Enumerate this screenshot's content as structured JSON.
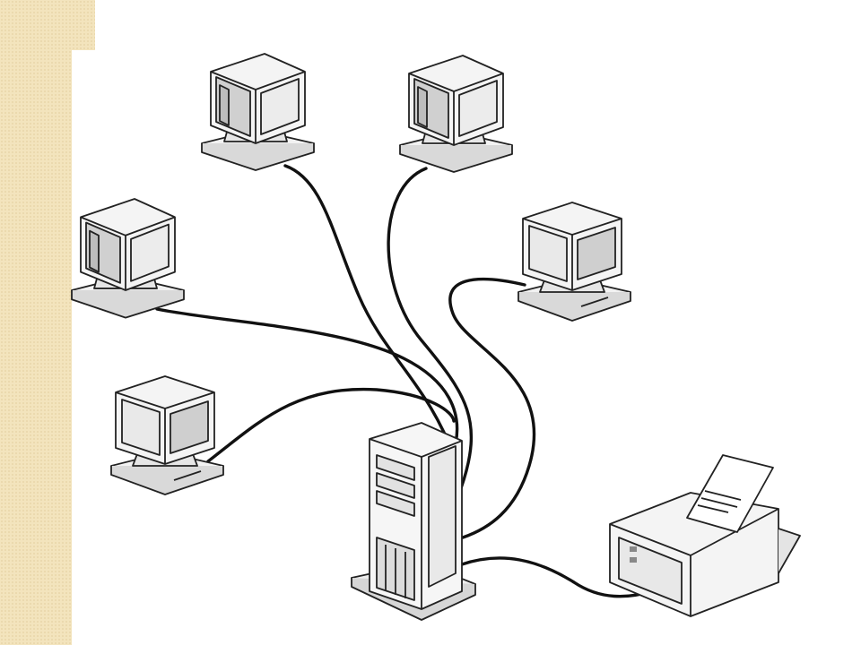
{
  "diagram": {
    "type": "star-network",
    "background": "#ffffff",
    "accent_strip": "#f3e4bd",
    "hub": {
      "icon": "server-tower-icon"
    },
    "nodes": [
      {
        "id": "pc-top-left",
        "icon": "computer-monitor-icon",
        "facing": "back"
      },
      {
        "id": "pc-top-right",
        "icon": "computer-monitor-icon",
        "facing": "back"
      },
      {
        "id": "pc-left",
        "icon": "computer-monitor-icon",
        "facing": "back"
      },
      {
        "id": "pc-right",
        "icon": "computer-monitor-icon",
        "facing": "front"
      },
      {
        "id": "pc-bottom-left",
        "icon": "computer-monitor-icon",
        "facing": "front"
      },
      {
        "id": "printer",
        "icon": "printer-icon"
      }
    ],
    "connections": [
      {
        "from": "pc-top-left",
        "to": "server"
      },
      {
        "from": "pc-top-right",
        "to": "server"
      },
      {
        "from": "pc-left",
        "to": "server"
      },
      {
        "from": "pc-right",
        "to": "server"
      },
      {
        "from": "pc-bottom-left",
        "to": "server"
      },
      {
        "from": "printer",
        "to": "server"
      }
    ]
  }
}
